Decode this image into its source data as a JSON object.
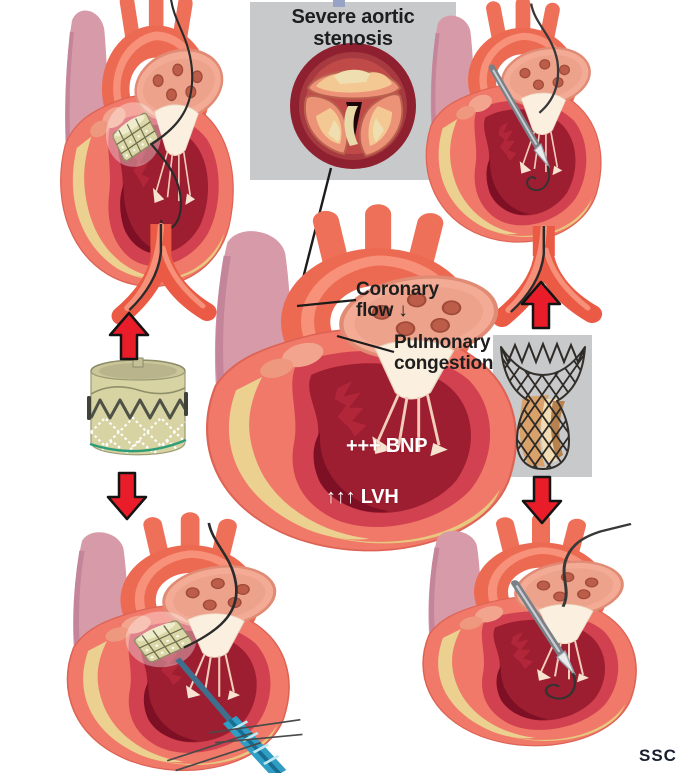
{
  "figure": {
    "credit": "SSC",
    "stenosis_box": {
      "title": "Severe aortic stenosis",
      "illustration": "calcified-tricuspid-aortic-valve-cross-section"
    },
    "center_heart": {
      "coronary_label": "Coronary flow ↓",
      "pulmonary_label": "Pulmonary congestion",
      "bnp_label": "+++ BNP",
      "lvh_label": "↑↑↑ LVH"
    },
    "devices": {
      "left_device": "balloon-expandable-transcatheter-valve",
      "right_device": "self-expanding-transcatheter-valve"
    },
    "panels": {
      "top_left": "heart-with-deployed-valve-transfemoral",
      "top_right": "heart-retrograde-catheter-crossing-valve",
      "center": "heart-severe-aortic-stenosis",
      "bottom_left": "heart-transapical-valve-delivery",
      "bottom_right": "heart-catheter-subclavian-access"
    },
    "colors": {
      "arrow_red": "#e91c2a",
      "box_gray": "#c8c9cb",
      "background": "#ffffff"
    }
  }
}
